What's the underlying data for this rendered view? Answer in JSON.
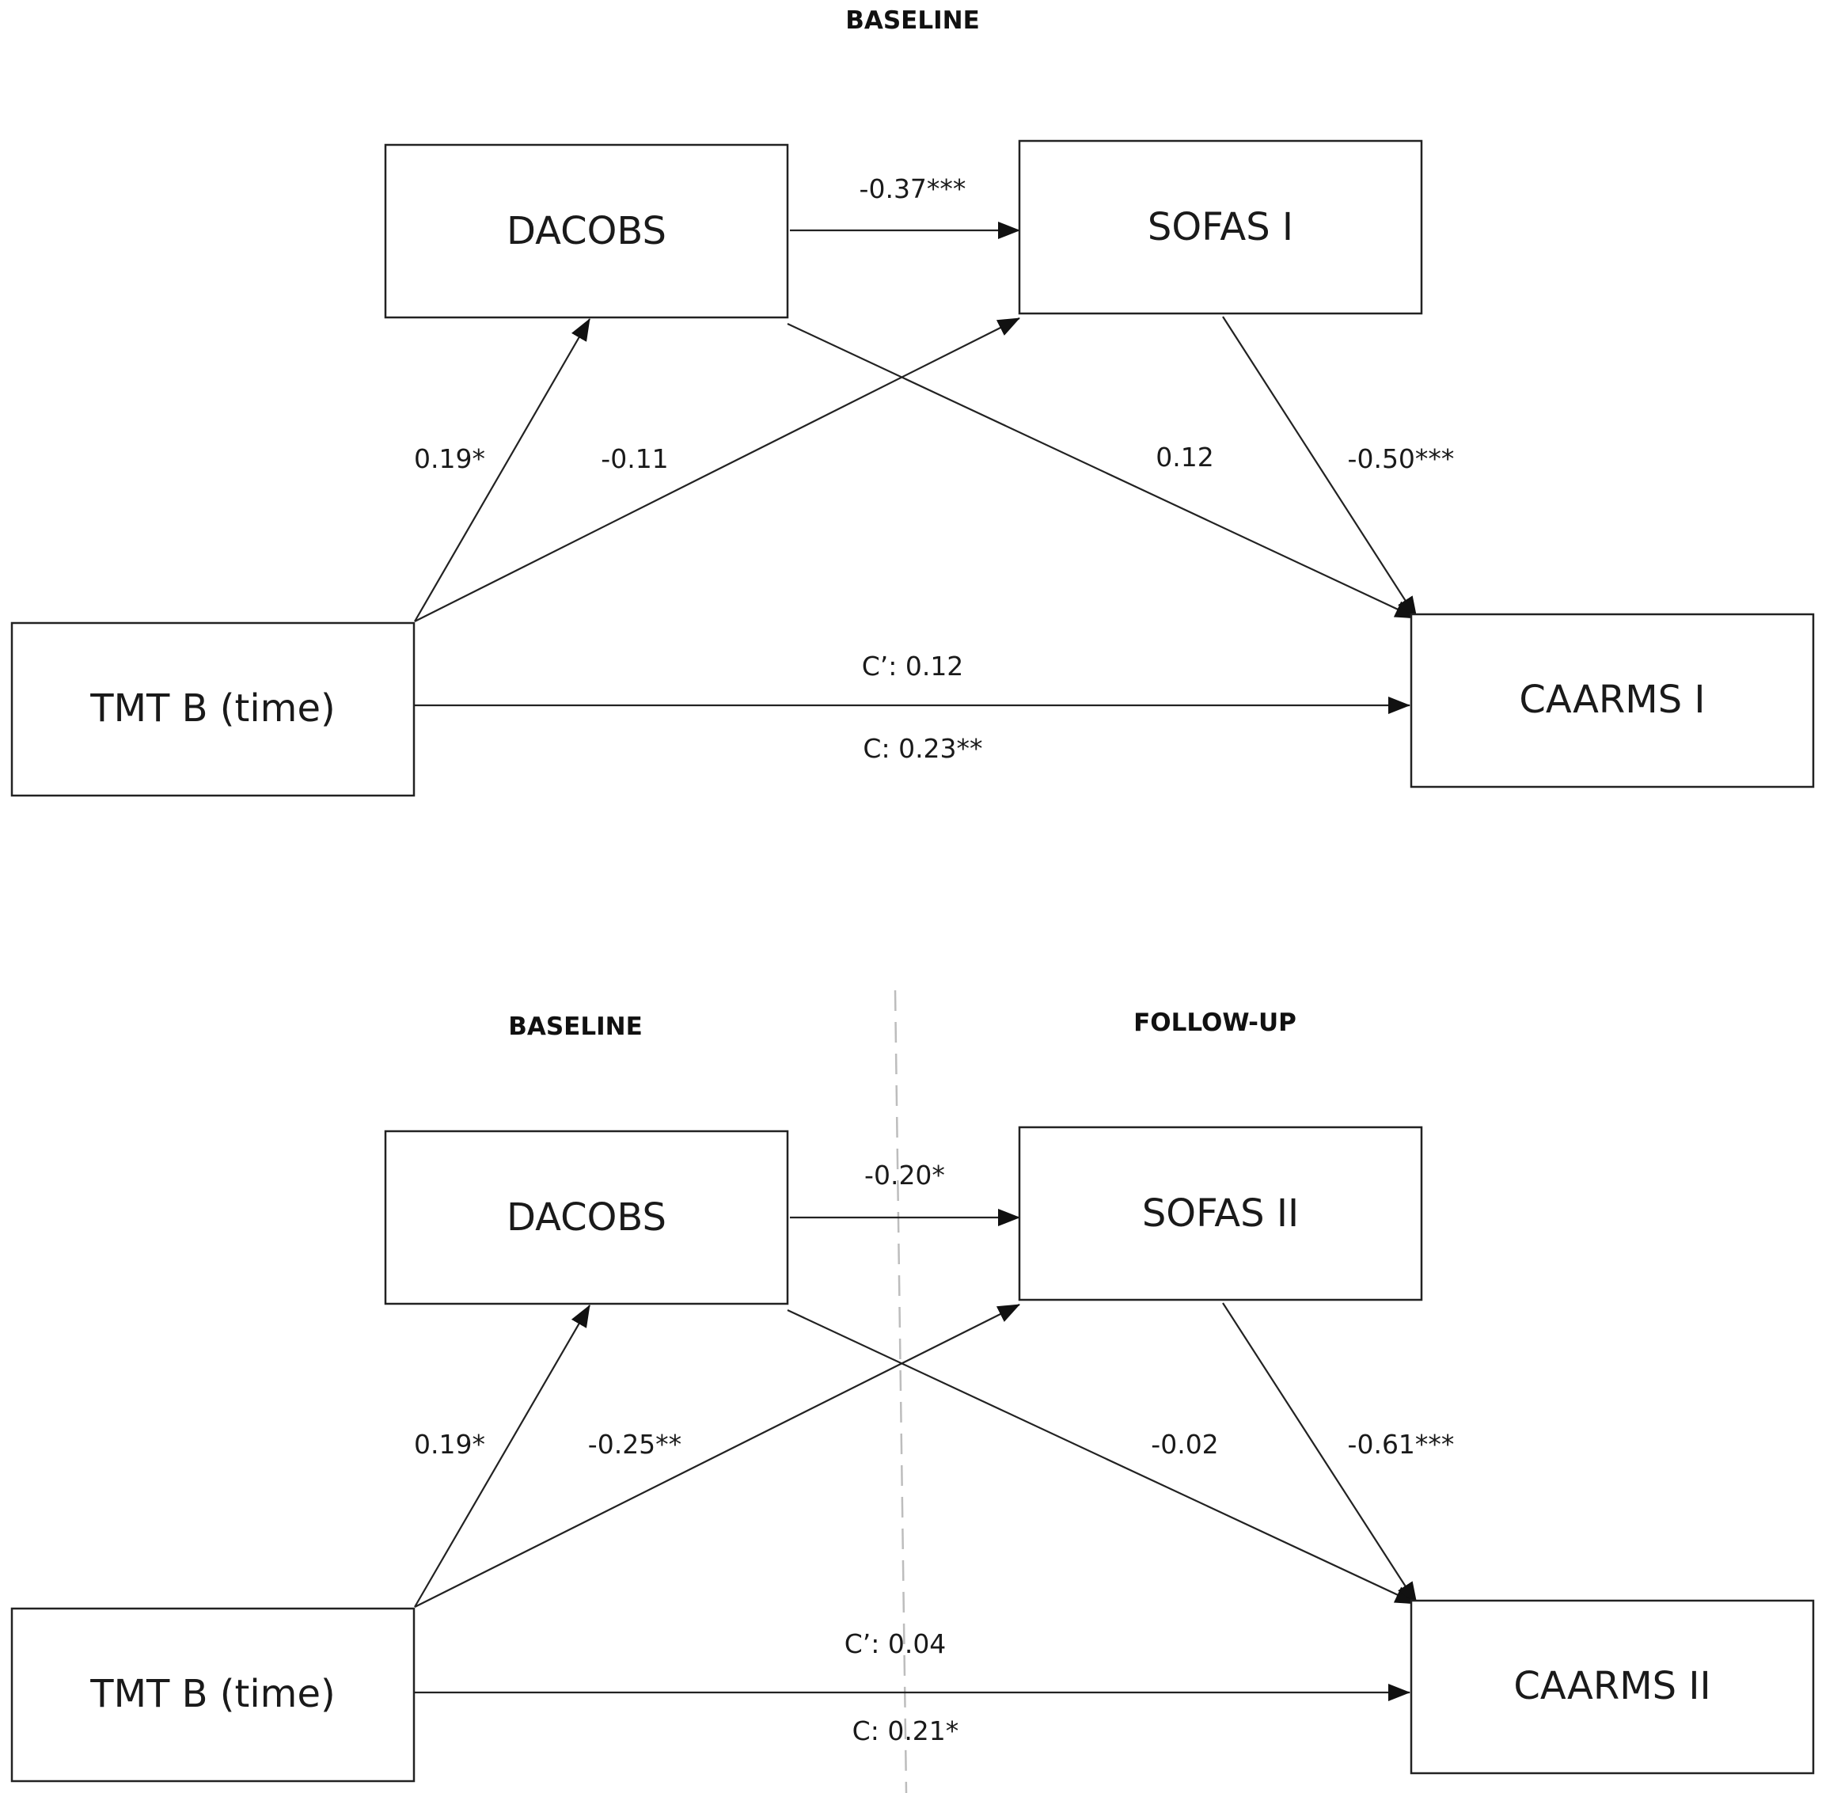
{
  "panel1": {
    "header": "BASELINE",
    "nodes": {
      "dacobs": "DACOBS",
      "sofas": "SOFAS I",
      "tmt": "TMT B (time)",
      "caarms": "CAARMS I"
    },
    "coefficients": {
      "dacobs_to_sofas": "-0.37***",
      "tmt_to_dacobs": "0.19*",
      "tmt_to_sofas": "-0.11",
      "dacobs_to_caarms": "0.12",
      "sofas_to_caarms": "-0.50***",
      "direct": "C’: 0.12",
      "total": "C: 0.23**"
    }
  },
  "panel2": {
    "header_left": "BASELINE",
    "header_right": "FOLLOW-UP",
    "nodes": {
      "dacobs": "DACOBS",
      "sofas": "SOFAS II",
      "tmt": "TMT B (time)",
      "caarms": "CAARMS II"
    },
    "coefficients": {
      "dacobs_to_sofas": "-0.20*",
      "tmt_to_dacobs": "0.19*",
      "tmt_to_sofas": "-0.25**",
      "dacobs_to_caarms": "-0.02",
      "sofas_to_caarms": "-0.61***",
      "direct": "C’: 0.04",
      "total": "C: 0.21*"
    }
  }
}
